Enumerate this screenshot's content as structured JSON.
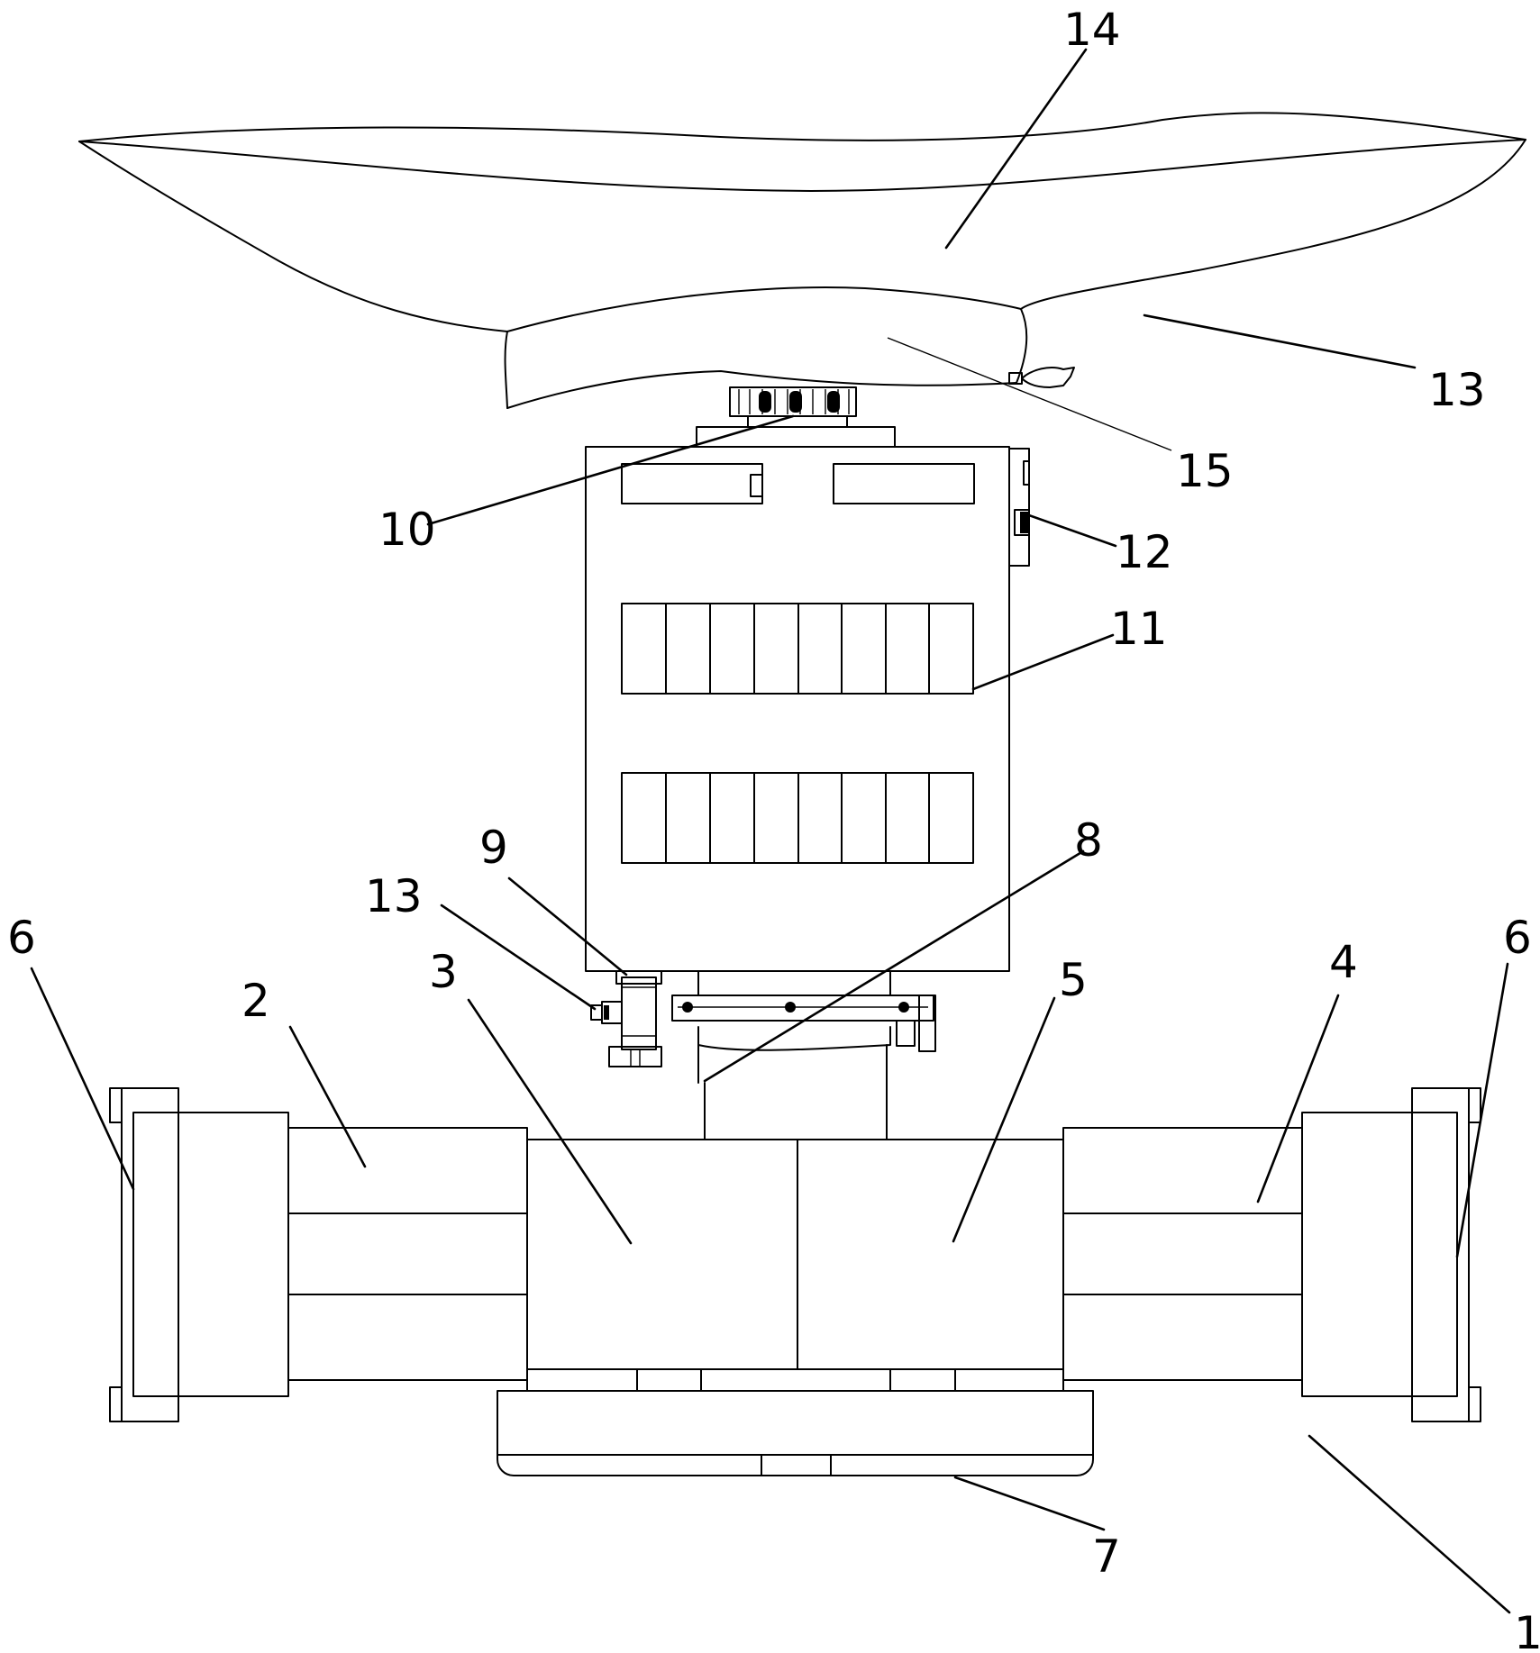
{
  "labels": {
    "l1": "1",
    "l2": "2",
    "l3": "3",
    "l4": "4",
    "l5": "5",
    "l6_left": "6",
    "l6_right": "6",
    "l7": "7",
    "l8": "8",
    "l9": "9",
    "l10": "10",
    "l11": "11",
    "l12": "12",
    "l13_top": "13",
    "l13_bottom": "13",
    "l14": "14",
    "l15": "15"
  },
  "colors": {
    "line": "#000000",
    "background": "#ffffff"
  }
}
